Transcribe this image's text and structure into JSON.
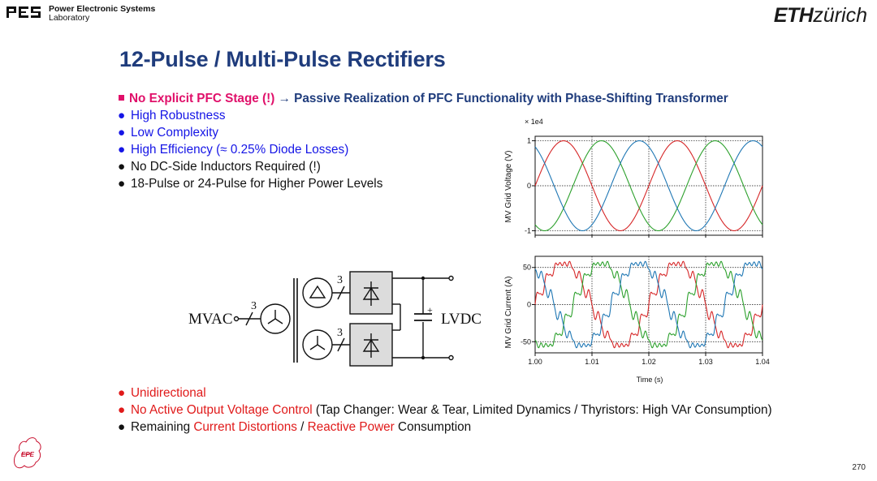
{
  "header": {
    "lab_logo_text": "PES",
    "lab_line1": "Power Electronic Systems",
    "lab_line2": "Laboratory",
    "eth_bold": "ETH",
    "eth_rest": "zürich"
  },
  "title": "12-Pulse / Multi-Pulse Rectifiers",
  "bullets_top": {
    "first_red": "No Explicit PFC Stage (!)",
    "first_arrow": "→",
    "first_rest": "Passive Realization of PFC Functionality with Phase-Shifting Transformer",
    "items": [
      "High Robustness",
      "Low Complexity",
      "High Efficiency (≈ 0.25% Diode Losses)",
      "No DC-Side Inductors Required (!)",
      "18-Pulse or 24-Pulse for Higher Power Levels"
    ]
  },
  "circuit": {
    "input_label": "MVAC",
    "output_label": "LVDC",
    "phase_count_1": "3",
    "phase_count_2": "3",
    "phase_count_3": "3",
    "plus_sign": "+"
  },
  "chart_data": [
    {
      "type": "line",
      "ylabel": "MV Grid Voltage (V)",
      "y_scale_note": "× 1e4",
      "ylim": [
        -1.1,
        1.1
      ],
      "yticks": [
        -1,
        0,
        1
      ],
      "xlim": [
        1.0,
        1.04
      ],
      "grid": true,
      "series_colors": [
        "#d62728",
        "#2ca02c",
        "#1f77b4"
      ],
      "series": [
        {
          "values_desc": "sinusoid, period 0.02 s, amplitude 1, peak near t=1.005",
          "peak_times": [
            1.005,
            1.025
          ]
        },
        {
          "values_desc": "sinusoid shifted -120°",
          "peak_times": [
            1.0117,
            1.0317
          ]
        },
        {
          "values_desc": "sinusoid shifted +120°",
          "peak_times": [
            1.0183,
            1.0383
          ]
        }
      ]
    },
    {
      "type": "line",
      "ylabel": "MV Grid Current (A)",
      "xlabel": "Time (s)",
      "ylim": [
        -65,
        65
      ],
      "yticks": [
        -50,
        0,
        50
      ],
      "xlim": [
        1.0,
        1.04
      ],
      "xticks": [
        "1.00",
        "1.01",
        "1.02",
        "1.03",
        "1.04"
      ],
      "grid": true,
      "series_colors": [
        "#d62728",
        "#2ca02c",
        "#1f77b4"
      ],
      "series": [
        {
          "values_desc": "12-pulse stepped current with ripple, amplitude ~ 60 A, in phase with red voltage"
        },
        {
          "values_desc": "12-pulse stepped current shifted -120°"
        },
        {
          "values_desc": "12-pulse stepped current shifted +120°"
        }
      ]
    }
  ],
  "bullets_bottom": {
    "item1": "Unidirectional",
    "item2_red": "No Active Output Voltage Control",
    "item2_rest": " (Tap Changer: Wear & Tear, Limited Dynamics / Thyristors: High VAr Consumption)",
    "item3_a": "Remaining ",
    "item3_b": "Current Distortions",
    "item3_c": " / ",
    "item3_d": "Reactive Power",
    "item3_e": " Consumption"
  },
  "footer": {
    "epe_logo_text": "EPE",
    "page_number": "270"
  },
  "colors": {
    "title": "#1f3c7c",
    "magenta": "#e0106a",
    "blue": "#1515e6",
    "red": "#e01a1a"
  }
}
